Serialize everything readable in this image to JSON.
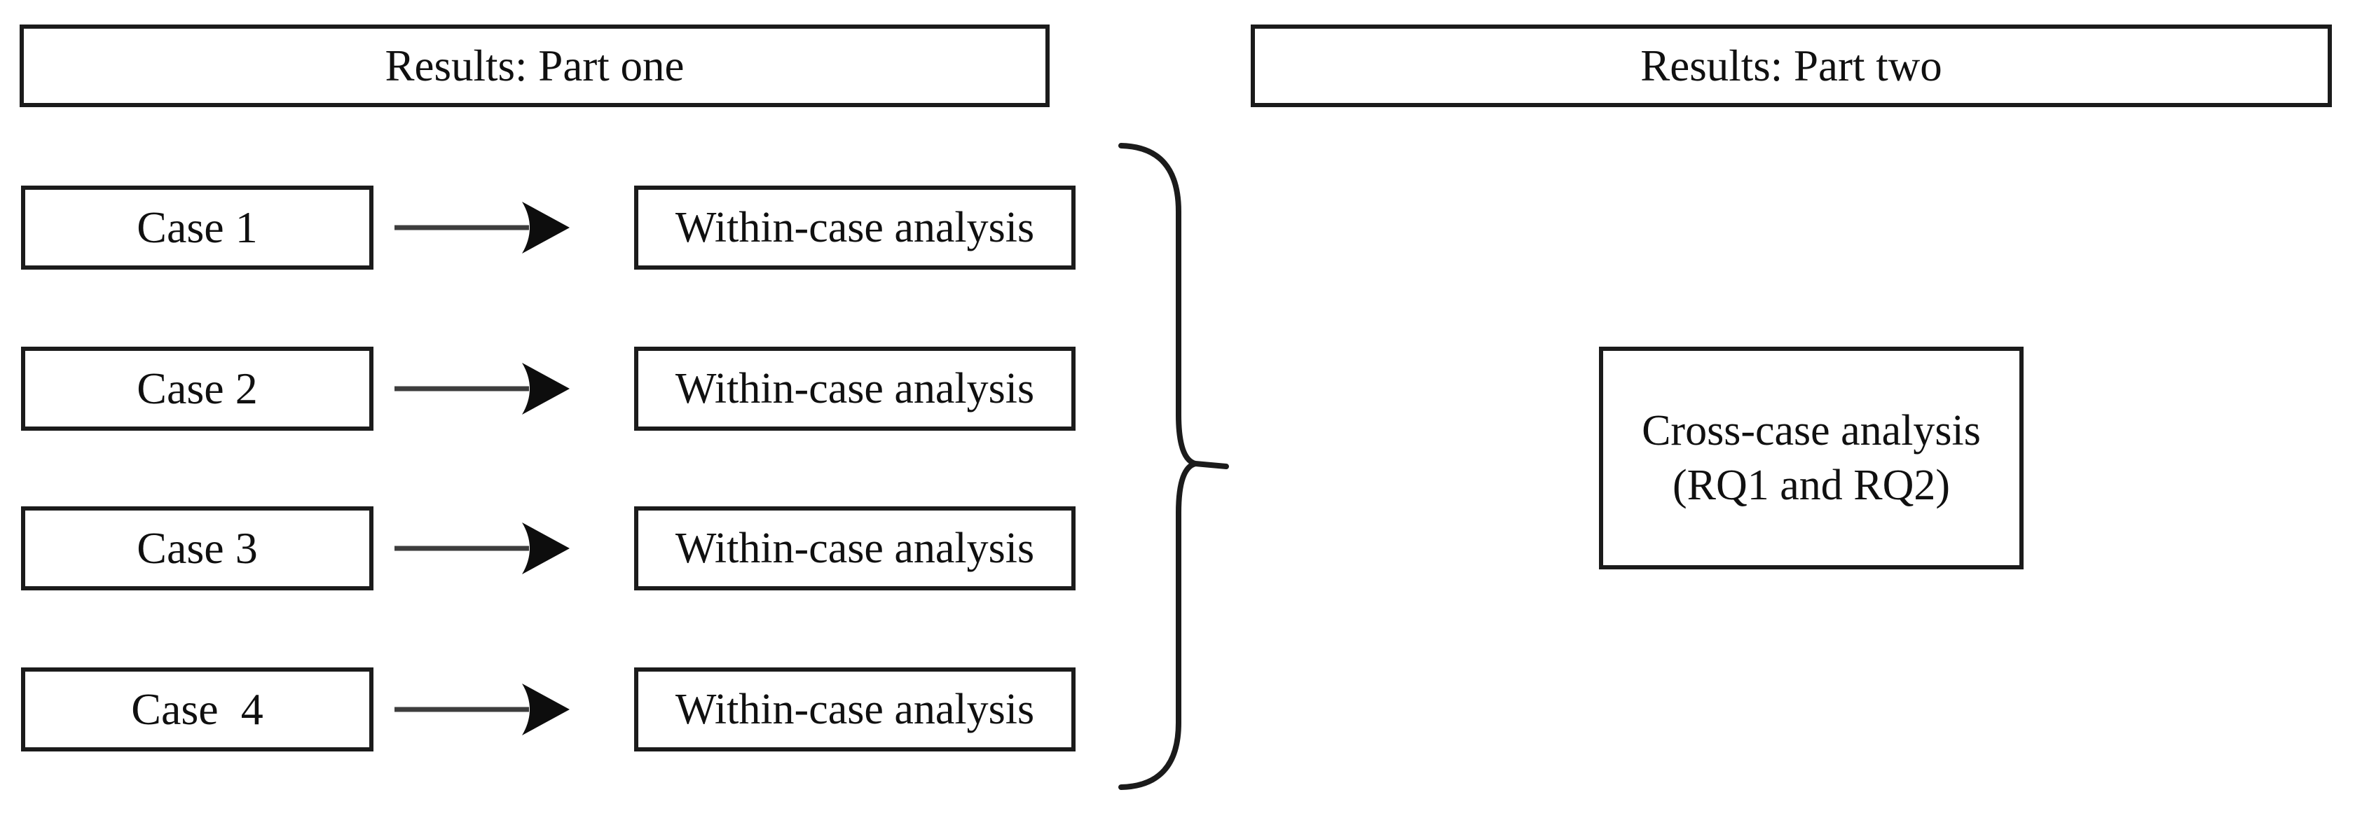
{
  "figure": {
    "colors": {
      "background": "#ffffff",
      "line": "#1b1b1b",
      "text": "#101010",
      "arrow_shaft": "#3d3d3d",
      "arrow_head": "#0d0d0d"
    },
    "panels": {
      "part_one": {
        "title": "Results: Part one"
      },
      "part_two": {
        "title": "Results: Part two"
      }
    },
    "rows": [
      {
        "case_label": "Case 1",
        "analysis_label": "Within-case analysis"
      },
      {
        "case_label": "Case 2",
        "analysis_label": "Within-case analysis"
      },
      {
        "case_label": "Case 3",
        "analysis_label": "Within-case analysis"
      },
      {
        "case_label": "Case  4",
        "analysis_label": "Within-case analysis"
      }
    ],
    "cross_case": {
      "line1": "Cross-case analysis",
      "line2": "(RQ1 and RQ2)"
    }
  }
}
